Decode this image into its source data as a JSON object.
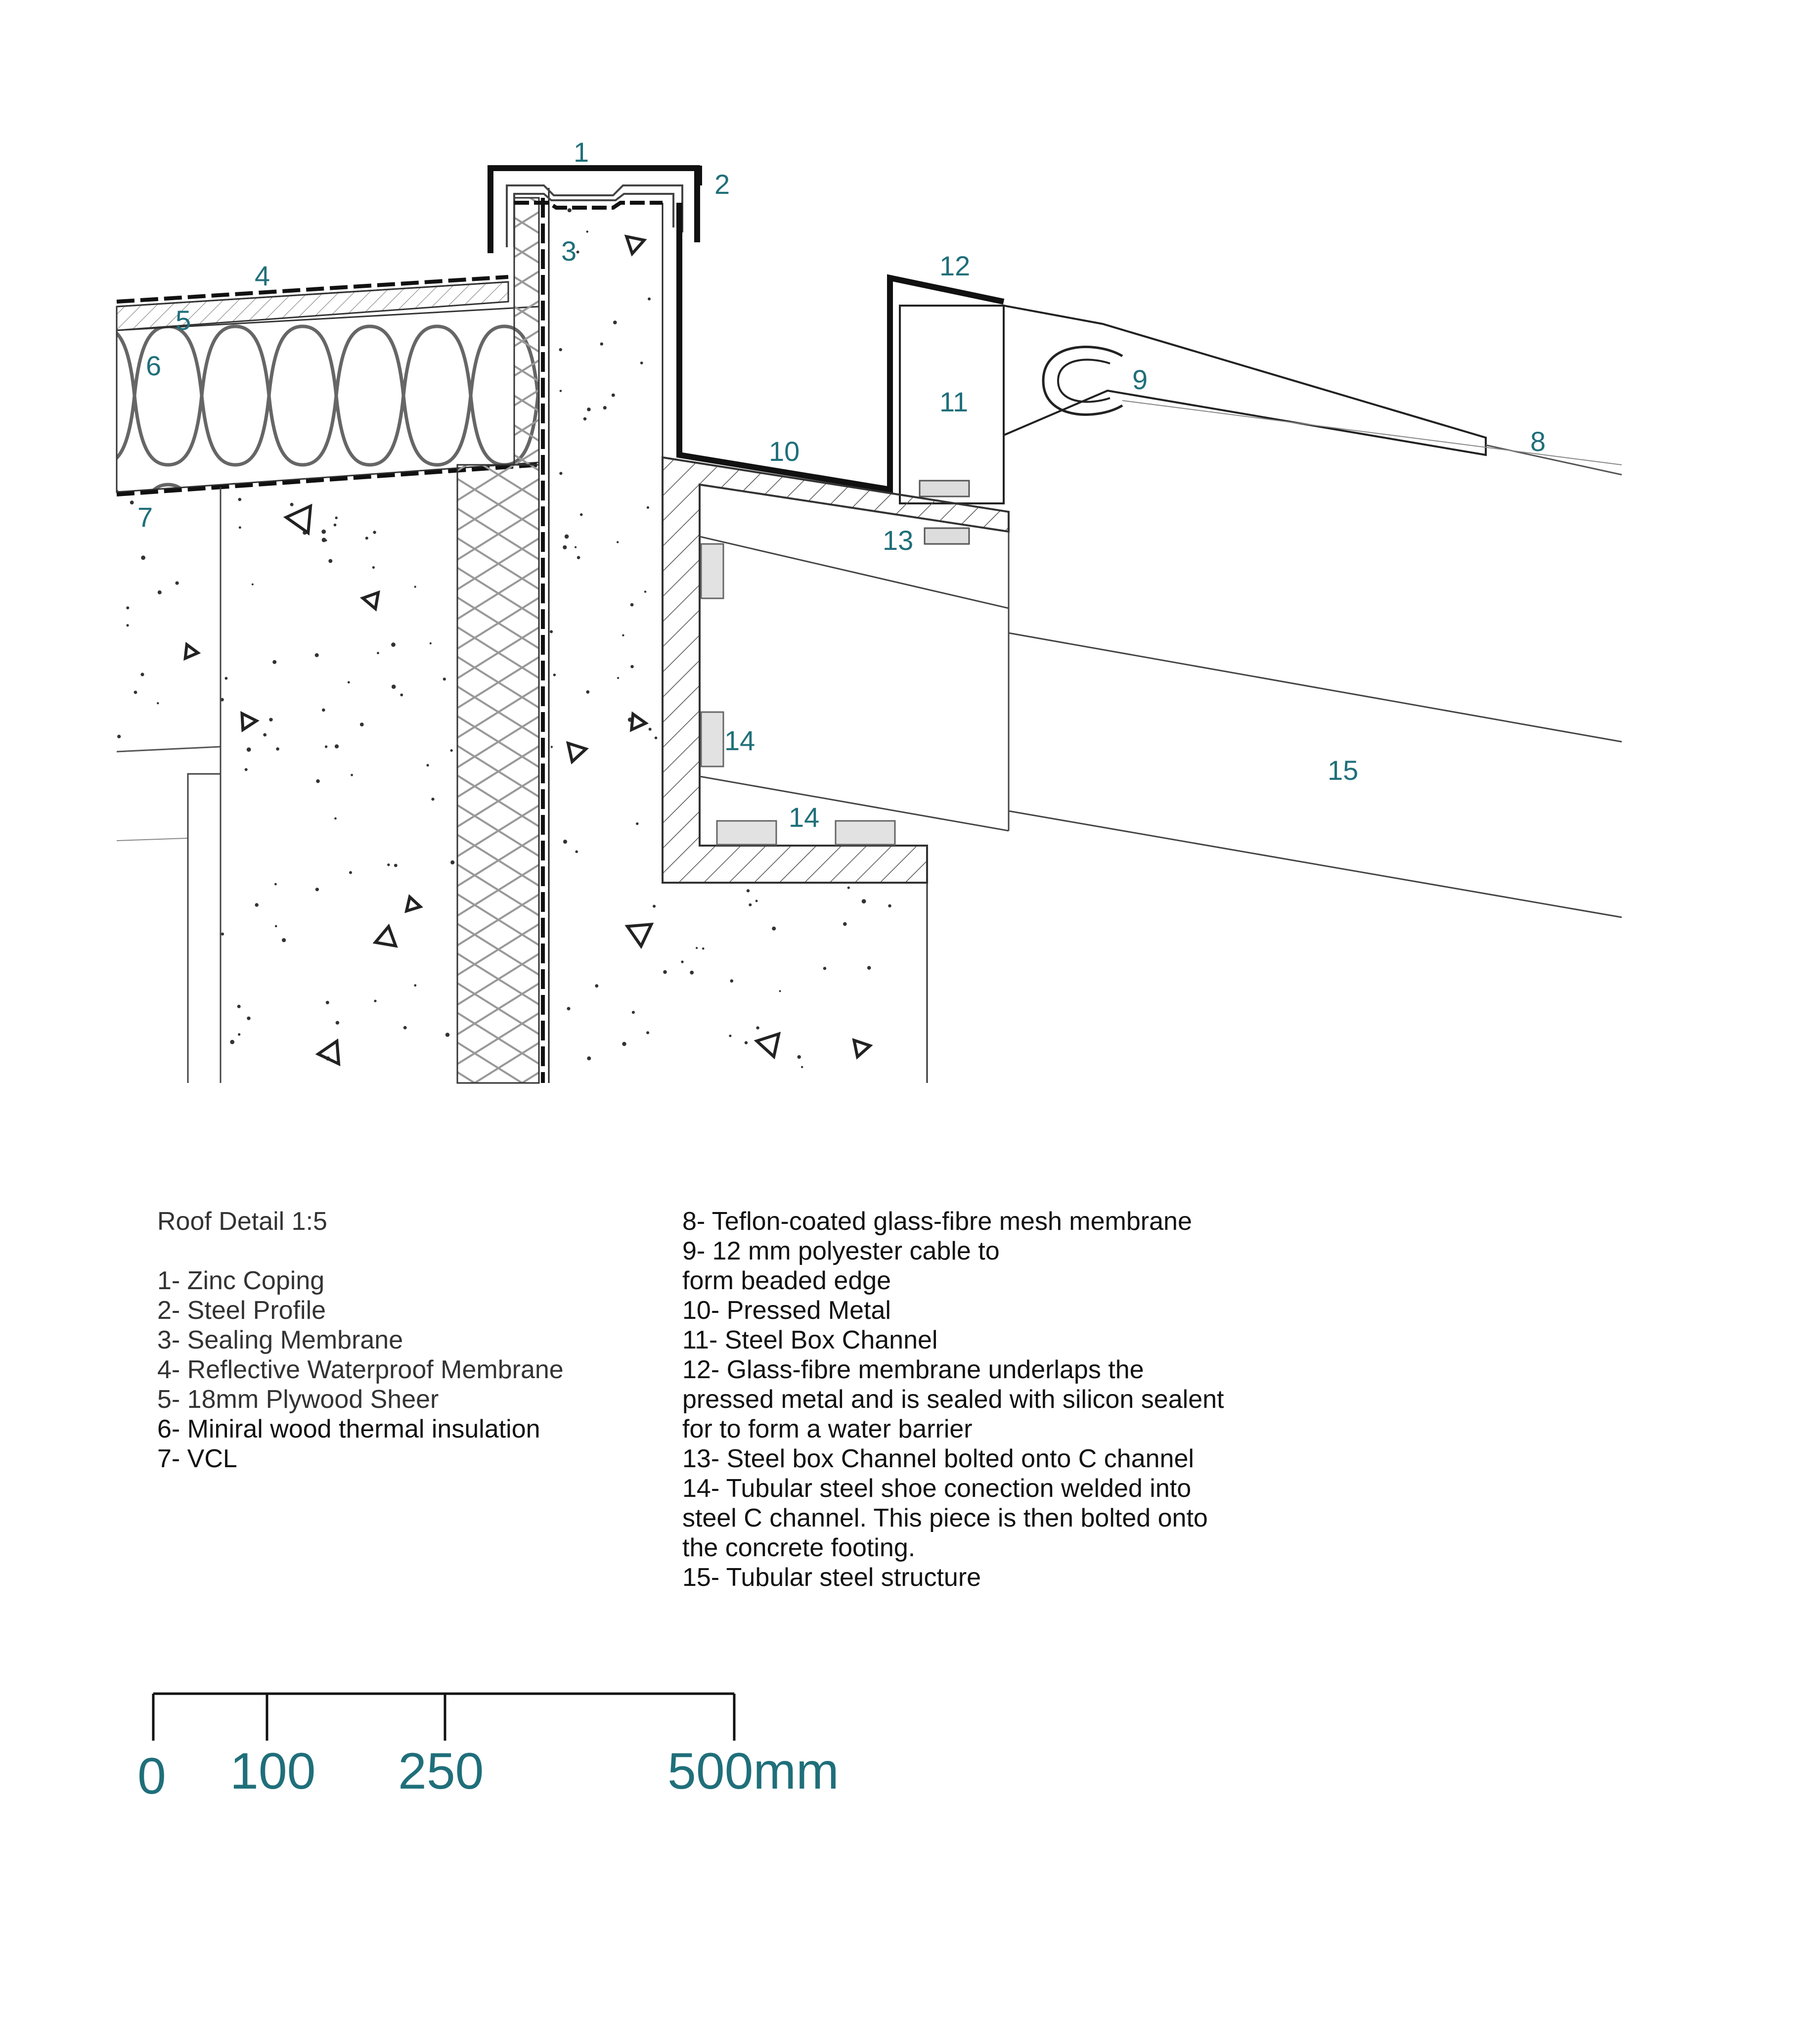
{
  "colors": {
    "accent": "#1f6f7a",
    "line": "#1a1a1a"
  },
  "callouts": {
    "c1": "1",
    "c2": "2",
    "c3": "3",
    "c4": "4",
    "c5": "5",
    "c6": "6",
    "c7": "7",
    "c8": "8",
    "c9": "9",
    "c10": "10",
    "c11": "11",
    "c12": "12",
    "c13": "13",
    "c14a": "14",
    "c14b": "14",
    "c15": "15"
  },
  "legend": {
    "title": "Roof Detail 1:5",
    "left_items": [
      "1- Zinc Coping",
      "2- Steel Profile",
      "3- Sealing Membrane",
      "4- Reflective Waterproof Membrane",
      "5- 18mm Plywood Sheer",
      "6- Miniral wood thermal insulation",
      "7- VCL"
    ],
    "right_items": [
      "8- Teflon-coated glass-fibre mesh membrane",
      "9-  12 mm polyester cable to",
      "form beaded edge",
      "10- Pressed Metal",
      "11- Steel Box Channel",
      "12- Glass-fibre membrane underlaps the",
      "pressed metal and is sealed with silicon sealent",
      "for to form a water barrier",
      "13- Steel box Channel bolted onto C channel",
      "14- Tubular steel shoe conection welded into",
      "steel C channel. This piece is then bolted onto",
      "the concrete footing.",
      "15- Tubular steel structure"
    ]
  },
  "scale_bar": {
    "l0": "0",
    "l1": "100",
    "l2": "250",
    "l3": "500mm"
  }
}
